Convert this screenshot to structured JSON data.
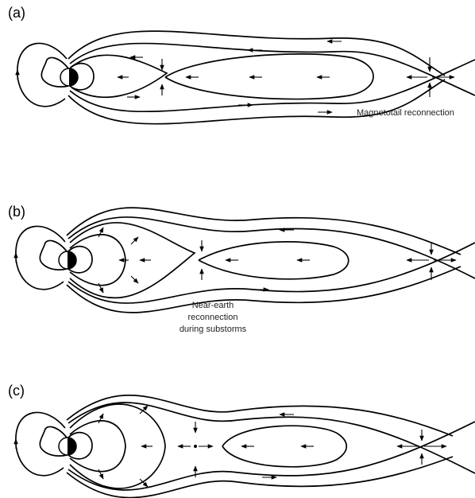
{
  "panels": [
    {
      "label": "(a)",
      "caption": [
        "Magnetotail reconnection"
      ]
    },
    {
      "label": "(b)",
      "caption": [
        "Near-earth",
        "reconnection",
        "during substorms"
      ]
    },
    {
      "label": "(c)",
      "caption": []
    }
  ]
}
